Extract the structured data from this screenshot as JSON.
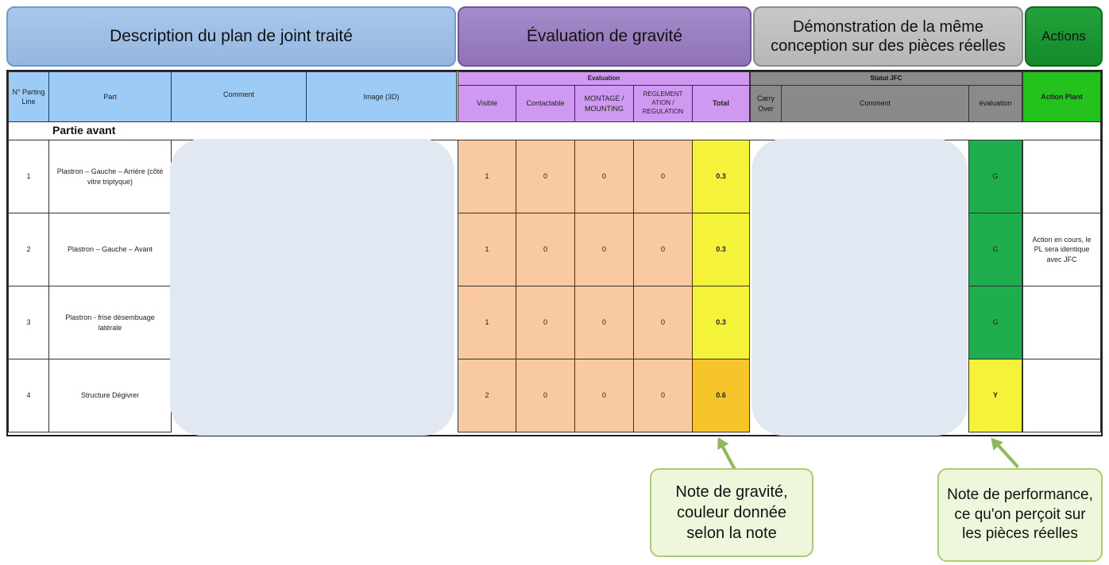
{
  "banners": {
    "description": "Description du plan de joint traité",
    "evaluation": "Évaluation de gravité",
    "demonstration": "Démonstration de la même conception sur des pièces réelles",
    "actions": "Actions"
  },
  "table": {
    "headers": {
      "no": "N° Parting Line",
      "part": "Part",
      "comment": "Comment",
      "image": "Image (3D)",
      "evaluation": "Evaluation",
      "visible": "Visible",
      "contactable": "Contactable",
      "montage": "MONTAGE / MOUNTING",
      "reglementation": "REGLEMENT ATION / REGULATION",
      "total": "Total",
      "statut": "Statut JFC",
      "carry_over": "Carry Over",
      "statut_comment": "Comment",
      "evaluation_col": "évaluation",
      "action_plant": "Action Plant"
    },
    "section_label": "Partie avant",
    "rows": [
      {
        "no": "1",
        "part": "Plastron – Gauche – Arrière (côté vitre triptyque)",
        "visible": "1",
        "contactable": "0",
        "montage": "0",
        "reglementation": "0",
        "total": "0.3",
        "evaluation": "G",
        "action": ""
      },
      {
        "no": "2",
        "part": "Plastron – Gauche – Avant",
        "visible": "1",
        "contactable": "0",
        "montage": "0",
        "reglementation": "0",
        "total": "0.3",
        "evaluation": "G",
        "action": "Action en cours, le PL sera identique avec JFC"
      },
      {
        "no": "3",
        "part": "Plastron - frise désembuage latérale",
        "visible": "1",
        "contactable": "0",
        "montage": "0",
        "reglementation": "0",
        "total": "0.3",
        "evaluation": "G",
        "action": ""
      },
      {
        "no": "4",
        "part": "Structure Dégivrer",
        "visible": "2",
        "contactable": "0",
        "montage": "0",
        "reglementation": "0",
        "total": "0.6",
        "evaluation": "Y",
        "action": ""
      }
    ]
  },
  "callouts": {
    "gravity": "Note de gravité, couleur donnée selon la note",
    "performance": "Note de performance, ce qu'on perçoit sur les pièces réelles"
  },
  "colors": {
    "total_low": "#f5f23a",
    "total_high": "#f5c52a",
    "eval_g": "#1fae4e",
    "eval_y": "#f5f23a"
  }
}
